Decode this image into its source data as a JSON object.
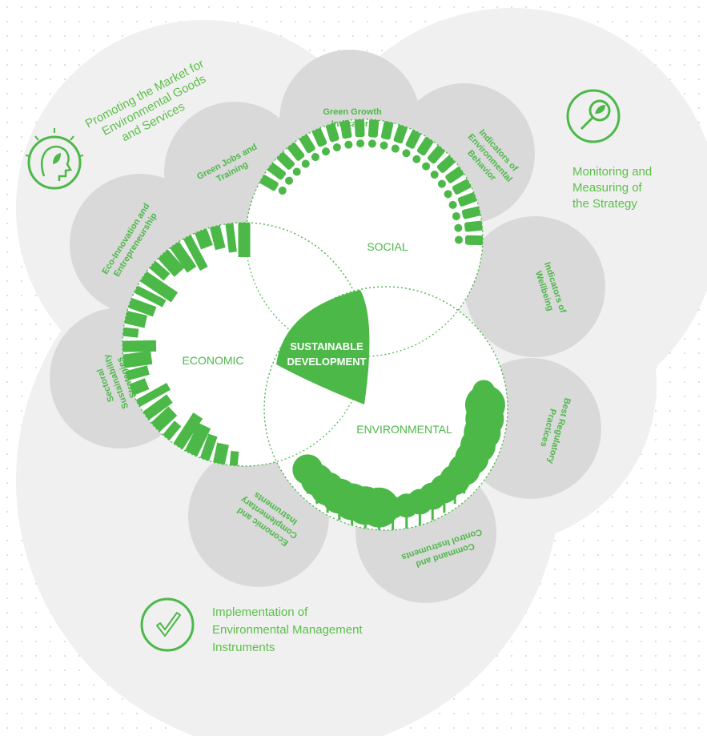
{
  "colors": {
    "green": "#4cb848",
    "light_green": "#5cbf4a",
    "outer_cloud": "#f0f0f0",
    "petal": "#d9d9d9",
    "petal_text": "#4cb848",
    "center_text": "#ffffff"
  },
  "outer": {
    "market": [
      "Promoting the Market for",
      "Environmental Goods",
      "and Services"
    ],
    "monitoring": [
      "Monitoring and",
      "Measuring of",
      "the Strategy"
    ],
    "implementation": [
      "Implementation of",
      "Environmental Management",
      "Instruments"
    ]
  },
  "petals": {
    "green_growth": [
      "Green Growth",
      "Indicators"
    ],
    "green_jobs": [
      "Green Jobs and",
      "Training"
    ],
    "eco_innovation": [
      "Eco-Innovation and",
      "Entrepreneurship"
    ],
    "indicators_behavior": [
      "Indicators of",
      "Environmental",
      "Behavior"
    ],
    "indicators_wellbeing": [
      "Indicators of",
      "Wellbeing"
    ],
    "best_regulatory": [
      "Best Regulatory",
      "Practices"
    ],
    "command_control": [
      "Command and",
      "Control Instruments"
    ],
    "economic_complementary": [
      "Economic and",
      "Complementary",
      "Instruments"
    ],
    "sectoral": [
      "Sectoral",
      "Sustainability",
      "Strategies"
    ]
  },
  "venn": {
    "social": "SOCIAL",
    "economic": "ECONOMIC",
    "environmental": "ENVIRONMENTAL",
    "center": [
      "SUSTAINABLE",
      "DEVELOPMENT"
    ]
  },
  "icons": {
    "market": "head-with-leaf-idea-icon",
    "monitoring": "magnifying-glass-leaf-icon",
    "implementation": "checkmark-circle-icon"
  }
}
